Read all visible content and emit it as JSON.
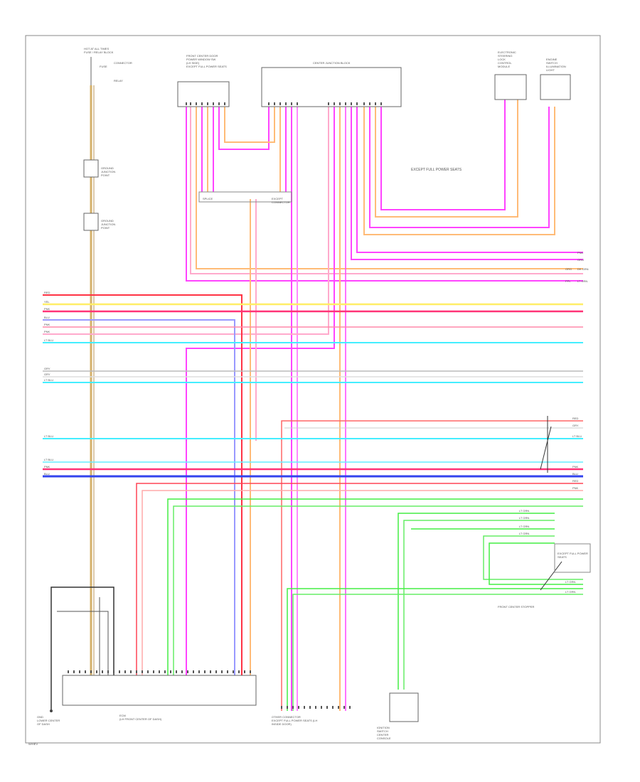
{
  "page": {
    "footnote": "W/HEV"
  },
  "components": {
    "top_left_relay": "HOT AT ALL TIMES\nFUSE / RELAY BLOCK",
    "top_left_relay_notes": [
      "FUSE",
      "CONNECTOR",
      "RELAY"
    ],
    "front_center_unit": "FRONT CENTER DOOR\nPOWER WINDOW SW\n(LH SIDE)\nEXCEPT FULL POWER SEATS",
    "center_junction": "CENTER JUNCTION BLOCK",
    "top_right_a": "ELECTRONIC\nSTEERING\nLOCK\nCONTROL\nMODULE",
    "top_right_b": "ENGINE\nSWITCH\nILLUMINATION\nLIGHT",
    "ground_a": "GROUND\nJUNCTION\nPOINT",
    "ground_b": "GROUND\nJUNCTION\nPOINT",
    "splice_a": "SPLICE",
    "splice_b": "EXCEPT\nCONNECTOR",
    "note_center": "EXCEPT FULL POWER SEATS",
    "right_panel": "EXCEPT FULL POWER\nSEATS",
    "right_panel_b": "FRONT CENTER STOPPER",
    "bottom_left": "ECM\n(LH FRONT CENTER OF DASH)",
    "bottom_left_label": "GND\nLOWER CENTER\nOF DASH",
    "bottom_center": "OTHER CONNECTOR\nEXCEPT FULL POWER SEATS (LH\nINSIDE DOOR)",
    "bottom_right": "IGNITION\nSWITCH\nCENTER\nCONSOLE"
  },
  "wire_labels": {
    "right_top": [
      "PNK",
      "ORG",
      "ORG",
      "PPL"
    ],
    "right_top_extra": [
      "DK GRN",
      "LT GRN"
    ],
    "bus": [
      "RED",
      "YEL",
      "PNK",
      "BLU",
      "PNK",
      "PNK",
      "LT BLU"
    ],
    "mid": [
      "GRY",
      "GRY",
      "LT BLU"
    ],
    "lower": [
      "LT BLU",
      "LT BLU",
      "PNK",
      "BLU"
    ],
    "right_lower": [
      "RED",
      "GRY",
      "LT BLU",
      "PNK",
      "RED",
      "BLU",
      "PNK"
    ],
    "green": [
      "LT GRN",
      "LT GRN",
      "LT GRN",
      "LT GRN",
      "LT GRN",
      "LT GRN"
    ]
  },
  "colors": {
    "magenta": "#ff44ff",
    "orange": "#ffbb77",
    "red": "#ff3344",
    "yellow": "#ffee66",
    "blue": "#4455ff",
    "cyan": "#44eeff",
    "green": "#44ee44",
    "pink": "#ffaacc",
    "tan": "#d4b06a",
    "grey": "#aaaaaa",
    "lavender": "#9999ff",
    "black": "#333333"
  }
}
